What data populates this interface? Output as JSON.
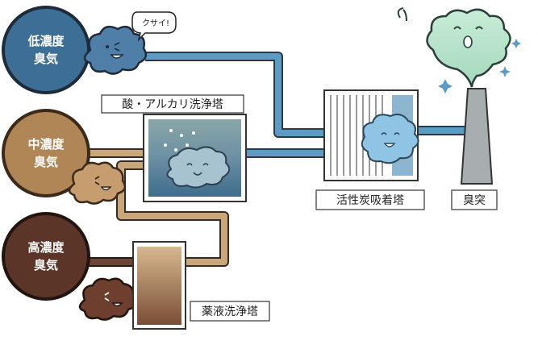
{
  "sources": {
    "low": {
      "line1": "低濃度",
      "line2": "臭気"
    },
    "mid": {
      "line1": "中濃度",
      "line2": "臭気"
    },
    "high": {
      "line1": "高濃度",
      "line2": "臭気"
    }
  },
  "speech_bubble": "クサイ!",
  "towers": {
    "acid_alkali": "酸・アルカリ洗浄塔",
    "activated_carbon": "活性炭吸着塔",
    "chemical": "薬液洗浄塔",
    "chimney": "臭突"
  },
  "colors": {
    "low_odor": "#3d6f96",
    "mid_odor": "#b08657",
    "high_odor": "#5a3528",
    "pipe_blue": "#5b9bc4",
    "pipe_tan": "#c9a77b",
    "clean_air": "#b7e3c9",
    "chimney": "#a8adb0"
  }
}
